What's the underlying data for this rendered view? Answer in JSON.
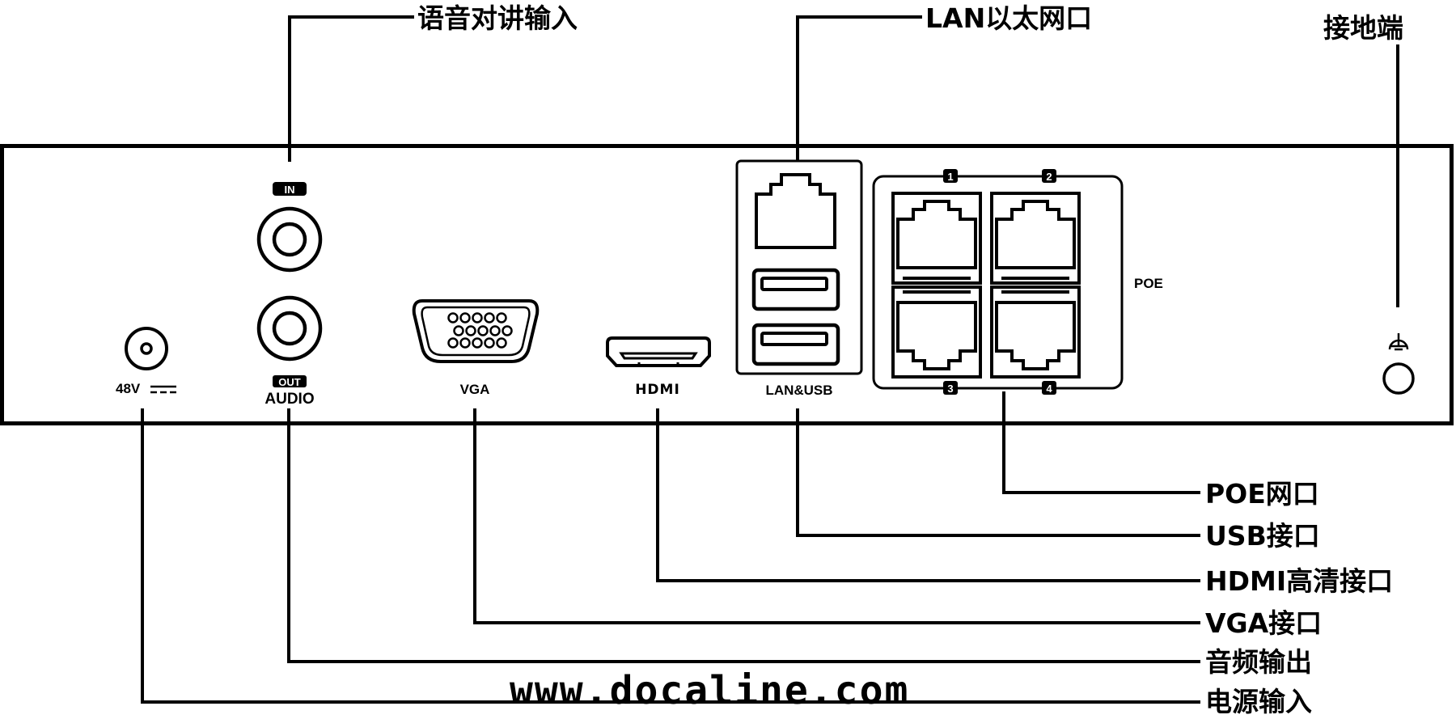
{
  "callouts": {
    "audio_in": "语音对讲输入",
    "lan": "LAN以太网口",
    "ground": "接地端",
    "poe": "POE网口",
    "usb": "USB接口",
    "hdmi": "HDMI高清接口",
    "vga": "VGA接口",
    "audio_out": "音频输出",
    "power": "电源输入"
  },
  "panel_labels": {
    "power": "48V",
    "audio_in_badge": "IN",
    "audio_out_badge": "OUT",
    "audio": "AUDIO",
    "vga": "VGA",
    "hdmi": "HDMI",
    "lan_usb": "LAN&USB",
    "poe": "POE"
  },
  "poe_ports": [
    "1",
    "2",
    "3",
    "4"
  ],
  "watermark": "www.docaline.com",
  "colors": {
    "ink": "#000000",
    "background": "#ffffff"
  }
}
